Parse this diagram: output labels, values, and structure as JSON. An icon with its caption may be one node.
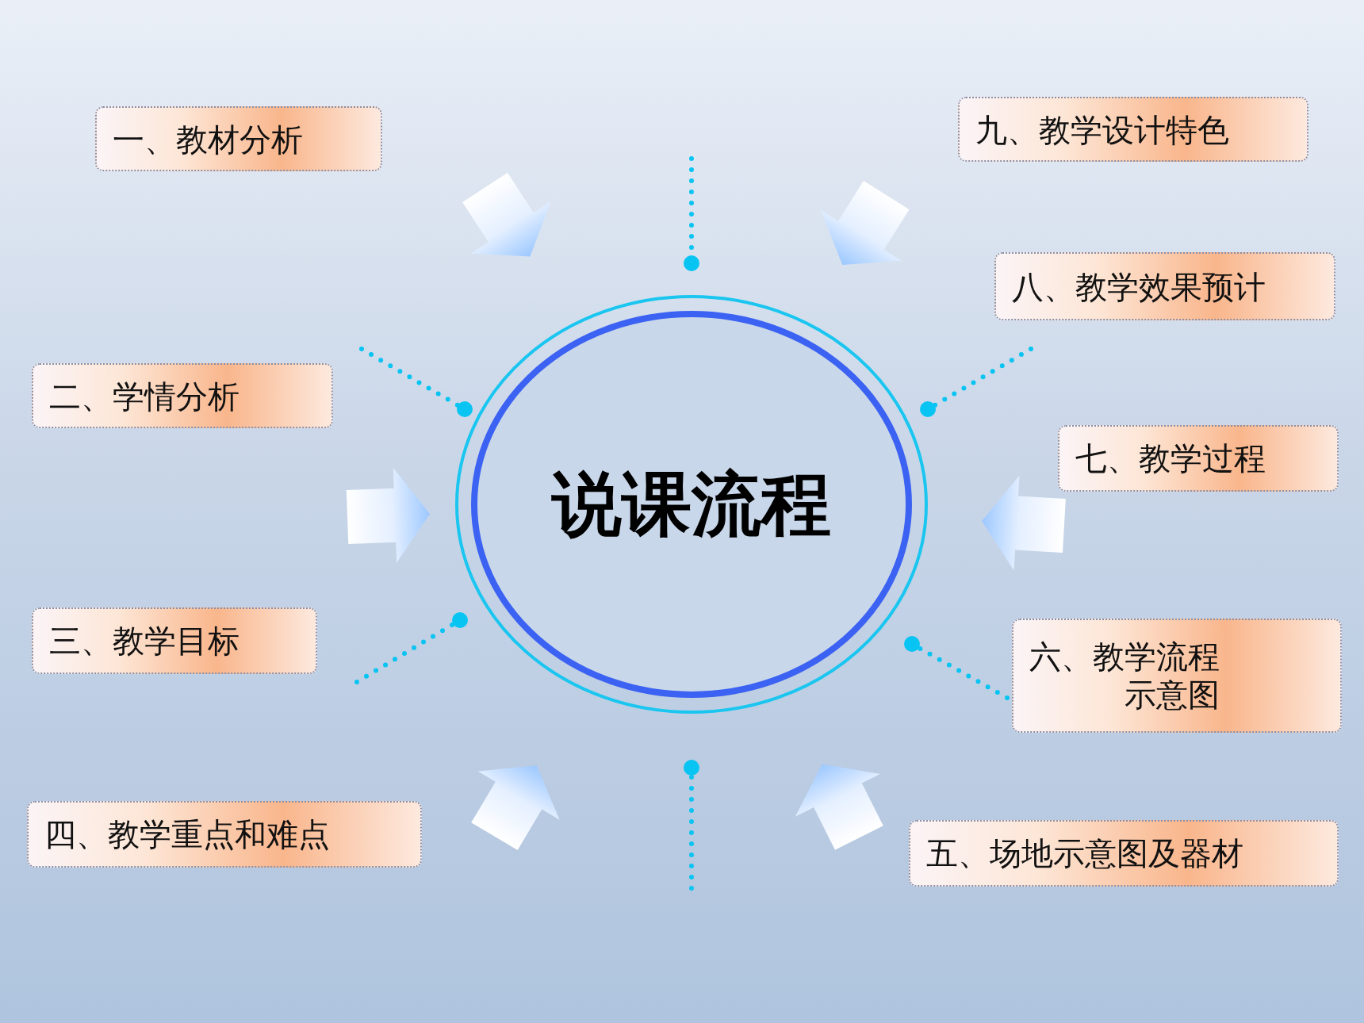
{
  "diagram": {
    "nodes": [
      {
        "text": [
          "说课流程"
        ]
      },
      {
        "text": [
          "一、教材分析"
        ]
      },
      {
        "text": [
          "二、学情分析"
        ]
      },
      {
        "text": [
          "三、教学目标"
        ]
      },
      {
        "text": [
          "四、教学重点和难点"
        ]
      },
      {
        "text": [
          "五、场地示意图及器材"
        ]
      },
      {
        "text": [
          "六、教学流程示意图"
        ]
      },
      {
        "text": [
          "七、教学过程"
        ]
      },
      {
        "text": [
          "八、教学效果预计"
        ]
      },
      {
        "text": [
          "九、教学设计特色"
        ]
      }
    ]
  }
}
